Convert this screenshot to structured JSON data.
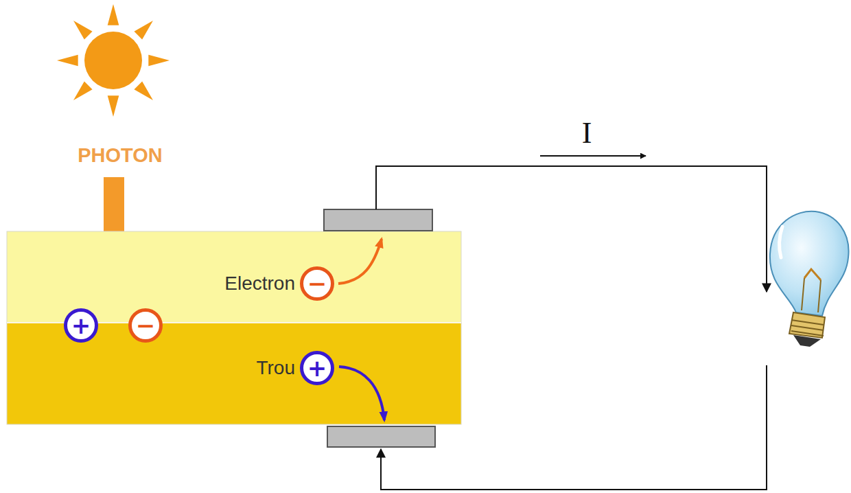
{
  "diagram": {
    "nodes": [
      {
        "text": [
          "+"
        ]
      },
      {
        "text": [
          "−"
        ]
      },
      {
        "text": [
          "Electron",
          "−"
        ]
      },
      {
        "text": [
          "Trou",
          "+"
        ]
      }
    ],
    "labels": [
      "PHOTON",
      "I"
    ]
  }
}
